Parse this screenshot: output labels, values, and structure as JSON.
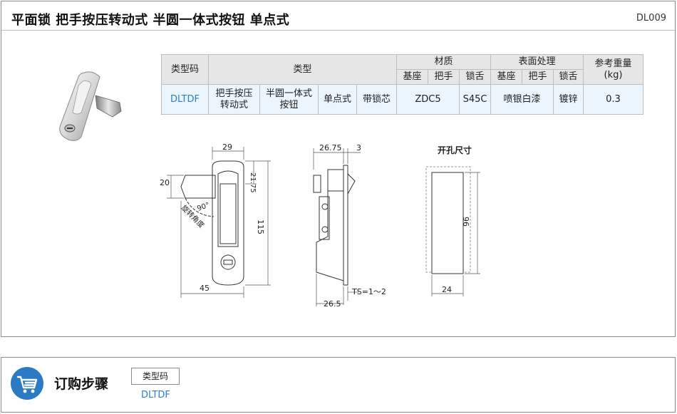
{
  "header": {
    "title": "平面锁   把手按压转动式   半圆一体式按钮   单点式",
    "code": "DL009"
  },
  "table": {
    "h_type_code": "类型码",
    "h_type": "类型",
    "h_material": "材质",
    "h_surface": "表面处理",
    "h_weight": "参考重量",
    "h_weight_unit": "(kg)",
    "h_base": "基座",
    "h_handle": "把手",
    "h_tongue": "锁舌",
    "h_s_base": "基座",
    "h_s_handle": "把手",
    "h_s_tongue": "锁舌",
    "row": {
      "code": "DLTDF",
      "t1a": "把手按压",
      "t1b": "转动式",
      "t2a": "半圆一体式",
      "t2b": "按钮",
      "t3": "单点式",
      "t4": "带锁芯",
      "mat_base_handle": "ZDC5",
      "mat_tongue": "S45C",
      "surf_base_handle": "喷银白漆",
      "surf_tongue": "镀锌",
      "weight": "0.3"
    }
  },
  "front_view": {
    "dim_width": "29",
    "dim_top": "21.75",
    "dim_left": "20",
    "dim_height": "115",
    "dim_bottom": "45",
    "angle": "90°",
    "angle_label": "旋转角度"
  },
  "side_view": {
    "dim_top": "26.75",
    "dim_top2": "3",
    "dim_ts": "TS=1～2",
    "dim_bottom": "26.5"
  },
  "cutout_view": {
    "title": "开孔尺寸",
    "dim_height": "96",
    "dim_width": "24"
  },
  "order": {
    "title": "订购步骤",
    "type_label": "类型码",
    "type_value": "DLTDF"
  },
  "colors": {
    "accent": "#2b7bc4",
    "link_text": "#2a7ec8",
    "header_bg": "#e6e6e6",
    "row_bg": "#eaf5fd"
  }
}
